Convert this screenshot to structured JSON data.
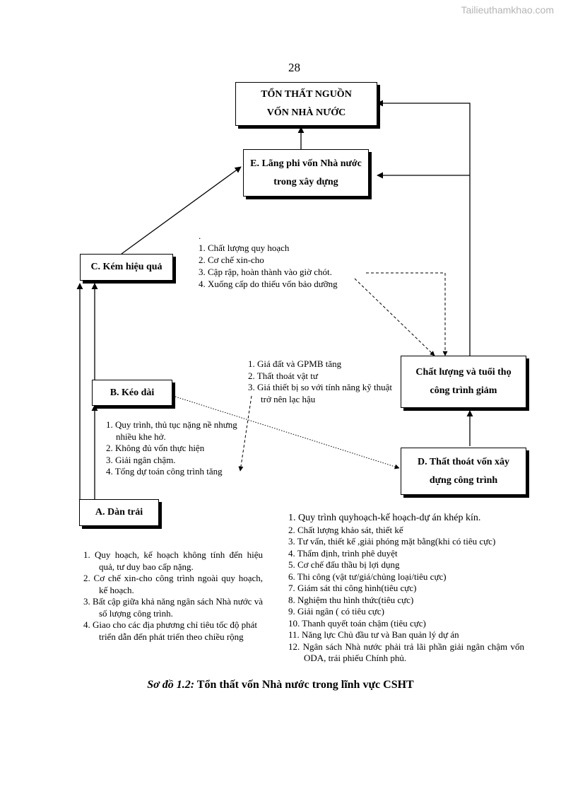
{
  "watermark": "Tailieuthamkhao.com",
  "page_number": "28",
  "nodes": {
    "top": "TỔN THẤT NGUỒN VỐN NHÀ NƯỚC",
    "e": "E. Lãng phi vốn Nhà nước trong xây dựng",
    "c": "C. Kém hiệu quả",
    "b": "B. Kéo dài",
    "a": "A. Dàn trải",
    "quality": "Chất lượng và tuổi thọ công trình giảm",
    "d": "D. Thất thoát vốn xây dựng công trình"
  },
  "list_c": [
    ".",
    "1. Chất lượng quy hoạch",
    "2. Cơ chế xin-cho",
    "3. Cập rập, hoàn thành vào giờ chót.",
    "4. Xuống cấp do thiếu vốn bảo dưỡng"
  ],
  "list_mid": [
    "1. Giá đất và GPMB tăng",
    "2. Thất thoát vật tư",
    "3. Giá thiết bị so với tính năng kỹ thuật trở nên lạc hậu"
  ],
  "list_b": [
    "1. Quy trình, thủ tục nặng nề nhưng nhiều khe hở.",
    "2. Không đủ vốn thực hiện",
    "3. Giải ngân chậm.",
    "4. Tổng dự toán công trình tăng"
  ],
  "list_a": [
    "1. Quy hoạch, kế hoạch không tính đến hiệu quả, tư duy bao cấp nặng.",
    "2. Cơ chế xin-cho công trình ngoài quy hoạch, kế hoạch.",
    "3. Bất cập giữa khả năng ngân sách Nhà nước và số lượng công trình.",
    "4. Giao cho các địa phương chỉ tiêu tốc độ phát triển dẫn đến phát triển theo chiều rộng"
  ],
  "list_d": [
    "1. Quy trình quyhoạch-kế hoạch-dự án khép kín.",
    "2. Chất lượng khảo sát, thiết kế",
    "3. Tư vấn, thiết kế ,giải phóng mặt bằng(khi có tiêu cực)",
    "4. Thẩm định, trình phê duyệt",
    "5. Cơ chế đấu thầu bị lợi dụng",
    "6. Thi công (vật tư/giá/chủng loại/tiêu cực)",
    "7. Giám sát thi công hình(tiêu cực)",
    "8. Nghiệm thu hình thức(tiêu cực)",
    "9. Giải ngân ( có tiêu cực)",
    "10. Thanh quyết toán chậm (tiêu cực)",
    "11. Năng lực Chủ đầu tư và Ban quản lý dự án",
    "12. Ngân sách Nhà nước phải trả lãi phần giải ngân chậm vốn ODA, trái phiếu Chính phủ."
  ],
  "caption": {
    "prefix": "Sơ đồ 1.2:",
    "text": " Tổn thất vốn Nhà nước trong lĩnh vực CSHT"
  }
}
